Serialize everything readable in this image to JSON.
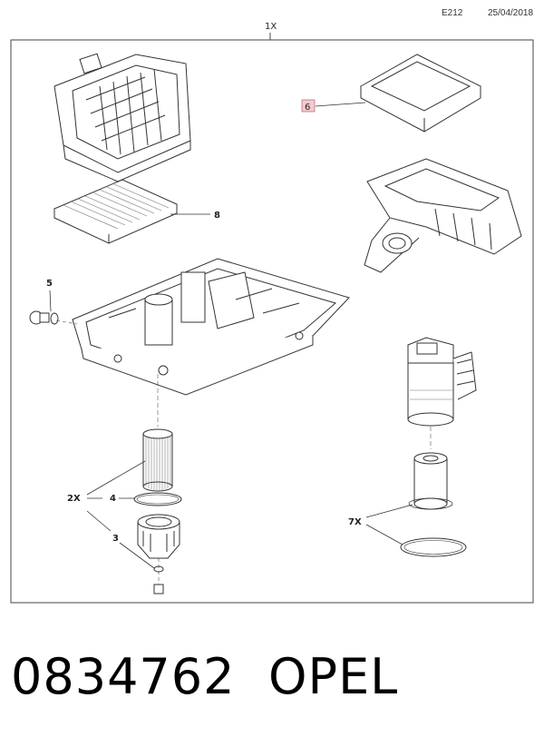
{
  "header": {
    "code": "E212",
    "date": "25/04/2018"
  },
  "kit_label": "1X",
  "callouts": {
    "c6": "6",
    "c8": "8",
    "c5": "5",
    "c2x": "2X",
    "c4": "4",
    "c3": "3",
    "c7x": "7X"
  },
  "footer": {
    "part_number": "0834762",
    "brand": "OPEL"
  },
  "colors": {
    "highlight_box": "#f4c9cf",
    "highlight_border": "#c0707a",
    "frame": "#444444"
  }
}
